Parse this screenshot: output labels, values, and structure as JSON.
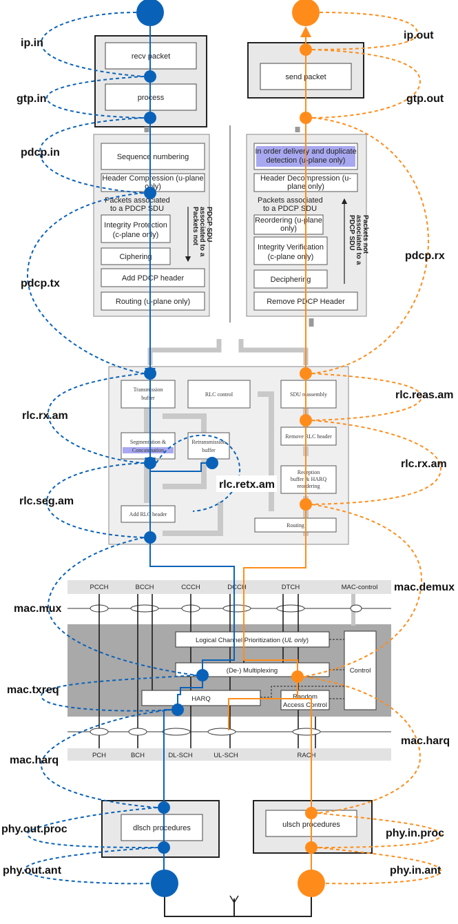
{
  "colors": {
    "tx": "#0a62b8",
    "rx": "#ff8c1a",
    "grey_box": "#a9a9a9",
    "light_box": "#ececec",
    "highlight": "#a8a8f0"
  },
  "top_boxes": {
    "recv_packet": "recv packet",
    "process": "process",
    "send_packet": "send packet"
  },
  "pdcp_tx": {
    "sequence_numbering": "Sequence numbering",
    "header_compression_1": "Header Compression (u-plane",
    "header_compression_2": "only)",
    "assoc_1": "Packets associated",
    "assoc_2": "to a PDCP SDU",
    "integrity_protection_1": "Integrity Protection",
    "integrity_protection_2": "(c-plane only)",
    "ciphering": "Ciphering",
    "add_pdcp_header": "Add PDCP header",
    "routing": "Routing (u-plane only)",
    "not_assoc_1": "Packets not",
    "not_assoc_2": "associated to a",
    "not_assoc_3": "PDCP SDU"
  },
  "pdcp_rx": {
    "in_order_1": "In order delivery and duplicate",
    "in_order_2": "detection (u-plane only)",
    "header_decompression_1": "Header Decompression (u-",
    "header_decompression_2": "plane only)",
    "assoc_1": "Packets associated",
    "assoc_2": "to a PDCP SDU",
    "reordering_1": "Reordering (u-plane",
    "reordering_2": "only)",
    "integrity_verification_1": "Integrity Verification",
    "integrity_verification_2": "(c-plane only)",
    "deciphering": "Deciphering",
    "remove_pdcp_header": "Remove PDCP Header",
    "not_assoc_1": "Packets not",
    "not_assoc_2": "associated to a",
    "not_assoc_3": "PDCP SDU"
  },
  "rlc": {
    "transmission_buffer_1": "Transmission",
    "transmission_buffer_2": "buffer",
    "rlc_control": "RLC control",
    "sdu_reassembly": "SDU reassembly",
    "segmentation_1": "Segmentation &",
    "segmentation_2": "Concatenation",
    "retransmission_1": "Retransmission",
    "retransmission_2": "buffer",
    "remove_rlc_header": "Remove RLC header",
    "reception_1": "Reception",
    "reception_2": "buffer & HARQ",
    "reception_3": "reordering",
    "add_rlc_header": "Add RLC header",
    "routing": "Routing"
  },
  "mac": {
    "logical_channels": [
      "PCCH",
      "BCCH",
      "CCCH",
      "DCCH",
      "DTCH",
      "MAC-control"
    ],
    "lcp_prefix": "Logical Channel Prioritization (",
    "lcp_italic": "UL only",
    "lcp_suffix": ")",
    "demultiplexing": "(De-) Multiplexing",
    "control": "Control",
    "harq": "HARQ",
    "random_access_1": "Random",
    "random_access_2": "Access Control",
    "transport_channels": [
      "PCH",
      "BCH",
      "DL-SCH",
      "UL-SCH",
      "RACH"
    ]
  },
  "phy": {
    "dlsch": "dlsch procedures",
    "ulsch": "ulsch procedures"
  },
  "labels": {
    "ip_in": "ip.in",
    "gtp_in": "gtp.in",
    "pdcp_in": "pdcp.in",
    "pdcp_tx": "pdcp.tx",
    "rlc_rx_am_left": "rlc.rx.am",
    "rlc_seg_am": "rlc.seg.am",
    "rlc_retx_am": "rlc.retx.am",
    "mac_mux": "mac.mux",
    "mac_txreq": "mac.txreq",
    "mac_harq_left": "mac.harq",
    "phy_out_proc": "phy.out.proc",
    "phy_out_ant": "phy.out.ant",
    "ip_out": "ip.out",
    "gtp_out": "gtp.out",
    "pdcp_rx": "pdcp.rx",
    "rlc_reas_am": "rlc.reas.am",
    "rlc_rx_am_right": "rlc.rx.am",
    "mac_demux": "mac.demux",
    "mac_harq_right": "mac.harq",
    "phy_in_proc": "phy.in.proc",
    "phy_in_ant": "phy.in.ant"
  }
}
